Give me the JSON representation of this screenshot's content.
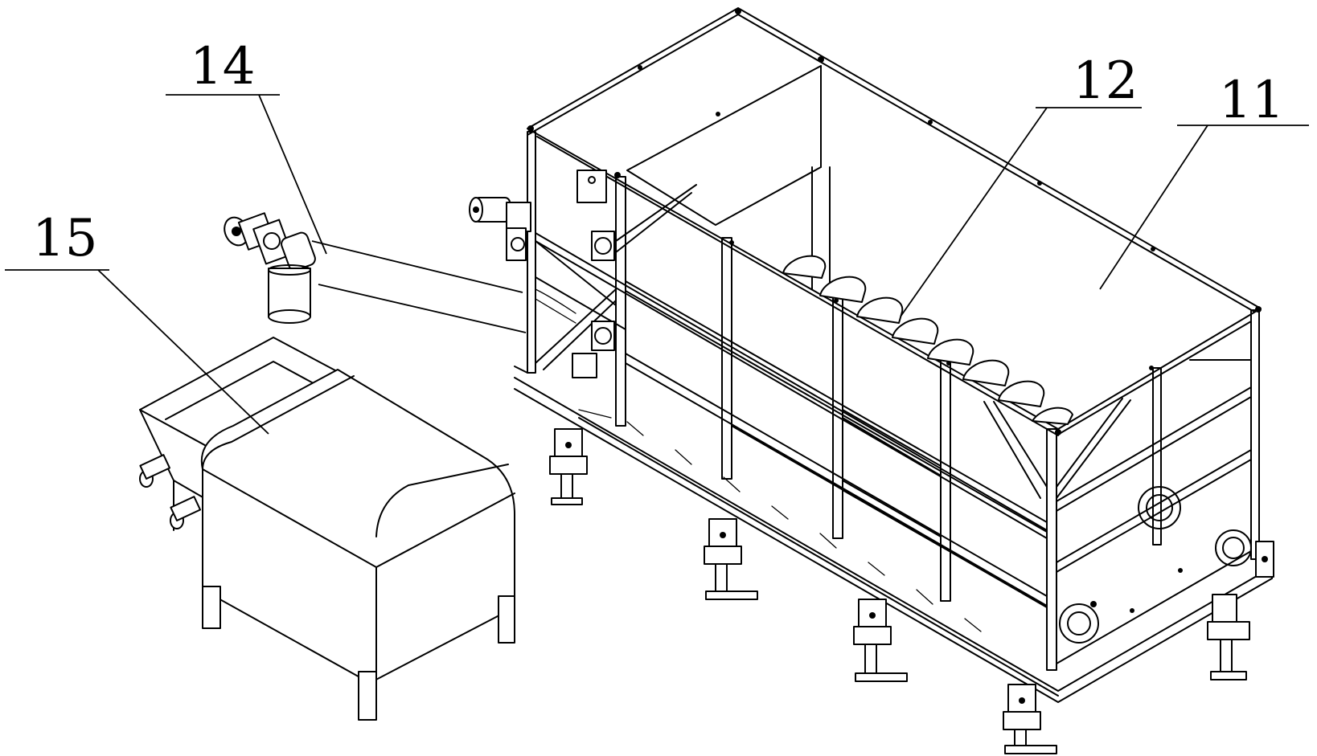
{
  "labels": {
    "l11": "11",
    "l12": "12",
    "l14": "14",
    "l15": "15"
  },
  "colors": {
    "line": "#000000",
    "background": "#ffffff"
  }
}
